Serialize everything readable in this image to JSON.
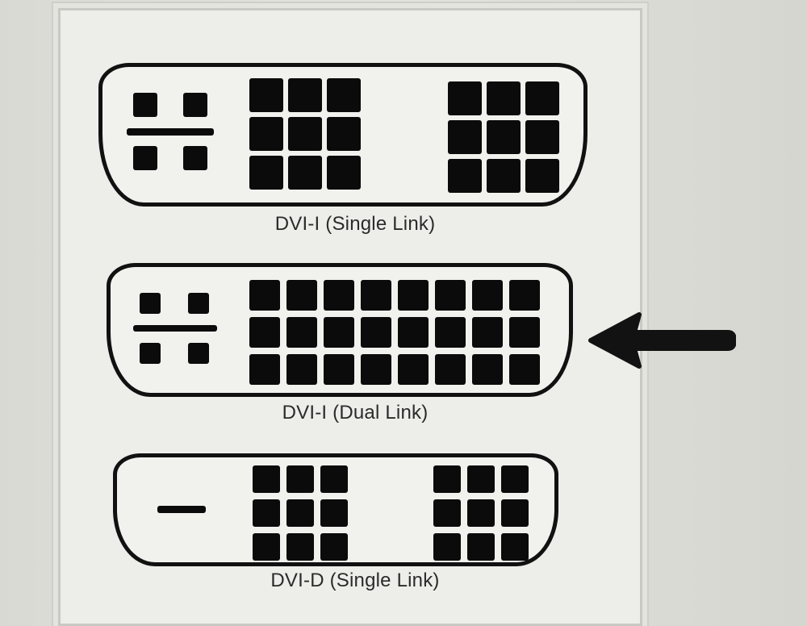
{
  "connectors": [
    {
      "label": "DVI-I (Single Link)"
    },
    {
      "label": "DVI-I (Dual Link)"
    },
    {
      "label": "DVI-D (Single Link)"
    }
  ],
  "colors": {
    "pin": "#0b0b0b",
    "outline": "#111111",
    "panel": "#ededea"
  },
  "icons": {
    "arrow": "left-arrow-icon"
  }
}
